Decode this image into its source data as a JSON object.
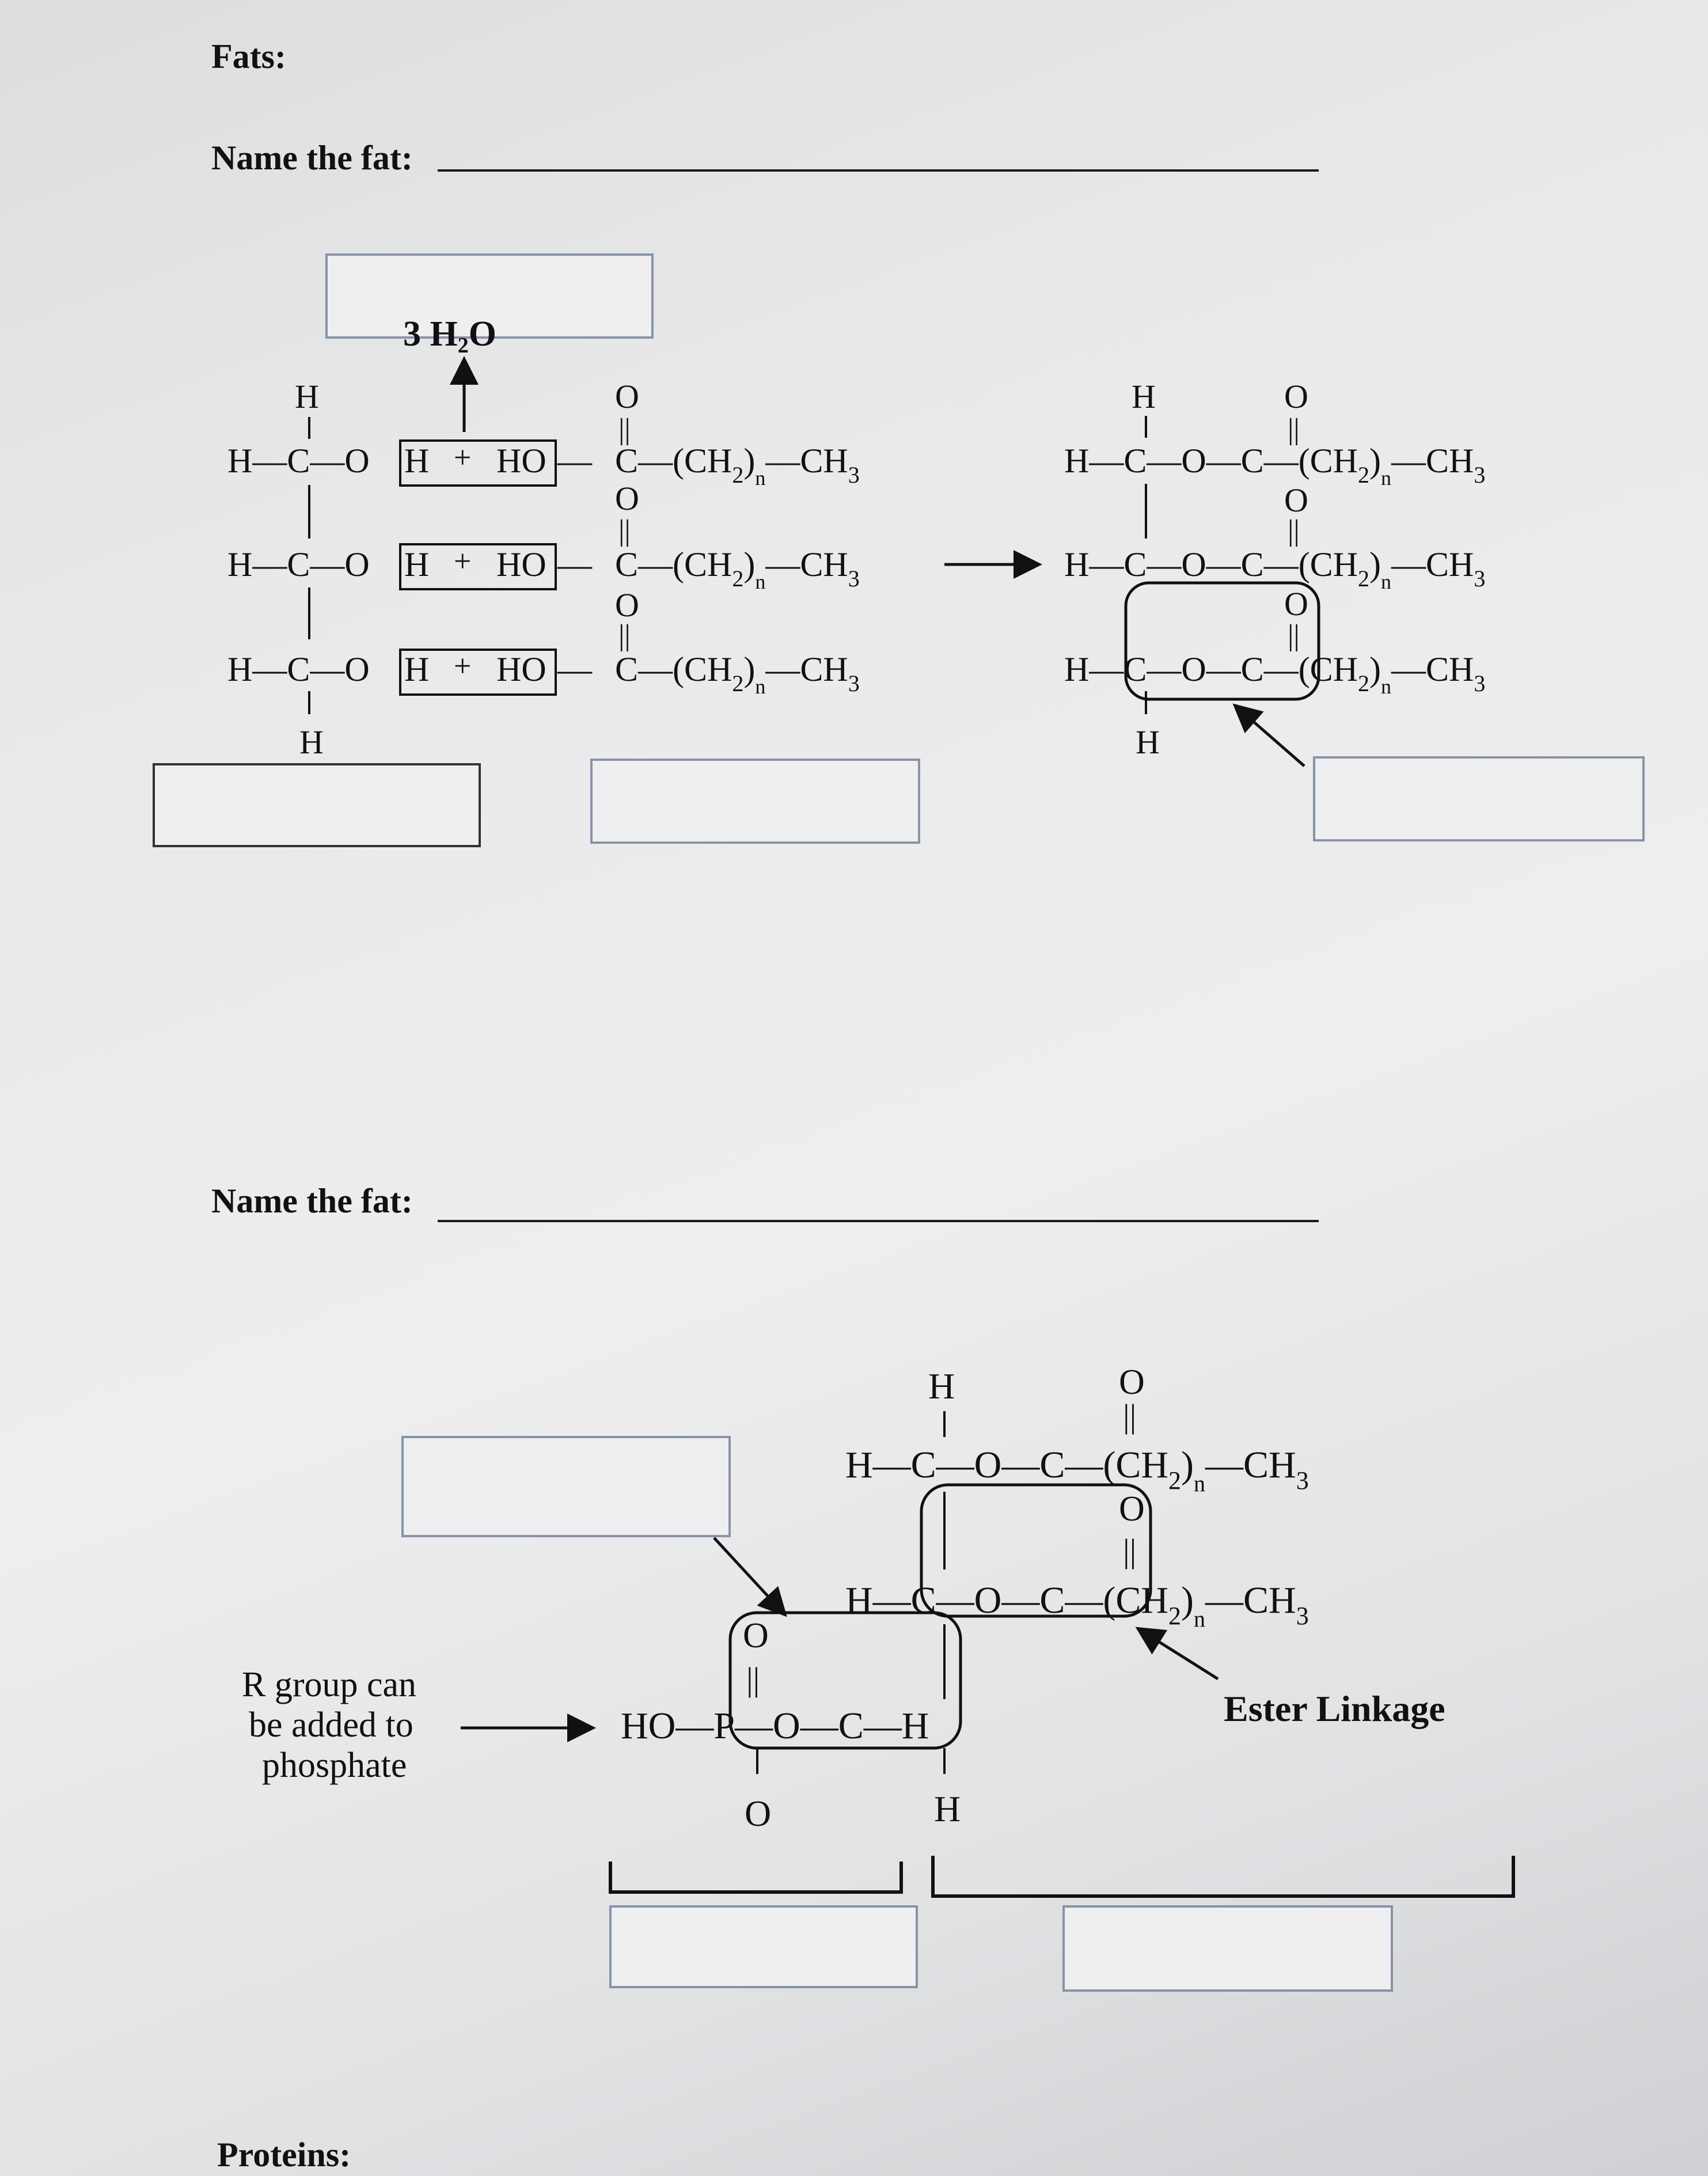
{
  "headings": {
    "fats": "Fats:",
    "name_fat_1": "Name the fat:",
    "name_fat_2": "Name the fat:",
    "proteins": "Proteins:"
  },
  "reaction": {
    "water_label": "3 H",
    "water_sub": "2",
    "water_o": "O",
    "glycerol": {
      "h": "H",
      "hc": "H—C—O",
      "h_bracket": "H",
      "plus": "+",
      "ho": "HO",
      "dash": "—"
    },
    "fatty_acid": {
      "o": "O",
      "double_bond": "||",
      "chain": "C—(CH",
      "sub2": "2",
      "paren": ")",
      "subn": "n",
      "ch3_dash": "—CH",
      "sub3": "3"
    },
    "arrow": "→"
  },
  "triglyceride": {
    "h": "H",
    "row": "H—C—O—C—(CH",
    "row3_h": "H",
    "o": "O",
    "dash_ch": "—CH",
    "sub2": "2",
    "subn": "n",
    "sub3": "3",
    "paren": ")"
  },
  "phospholipid": {
    "h": "H",
    "row1": "H—C—O—C—(CH",
    "row2": "H—C—O—C—(CH",
    "o": "O",
    "ho_p": "HO—P—O—C—H",
    "bottom_o": "O",
    "bottom_h": "H",
    "paren": ")",
    "dash_ch": "—CH",
    "sub2": "2",
    "subn": "n",
    "sub3": "3"
  },
  "labels": {
    "r_group_line1": "R group can",
    "r_group_line2": "be added to",
    "r_group_line3": "phosphate",
    "ester_linkage": "Ester Linkage"
  }
}
